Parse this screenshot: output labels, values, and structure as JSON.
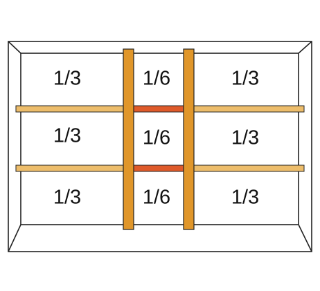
{
  "cells": [
    "1/3",
    "1/6",
    "1/3",
    "1/3",
    "1/6",
    "1/3",
    "1/3",
    "1/6",
    "1/3"
  ],
  "colors": {
    "post_orange": "#e0962a",
    "shelf_light": "#edbd6b",
    "shelf_red": "#df5a2a",
    "outline": "#222222",
    "background": "#ffffff"
  }
}
